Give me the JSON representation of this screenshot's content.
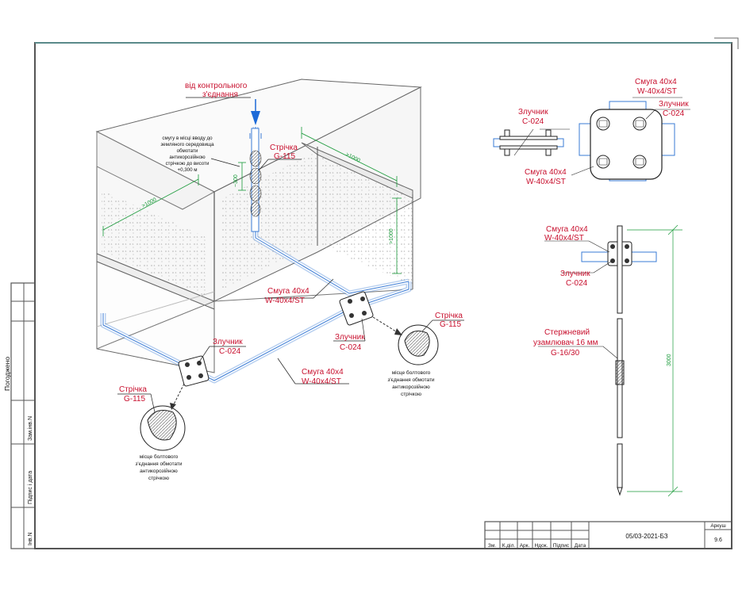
{
  "drawing": {
    "title": "відконтрольного з'єднання",
    "source_label_line1": "від контрольного",
    "source_label_line2": "з'єднання",
    "note_lines": [
      "смугу в місці вводу до",
      "земляного середовища",
      "обмотати",
      "антикорозійною",
      "стрічкою до висоти",
      "+0,300 м"
    ],
    "strip_tape_1": {
      "name": "Стрічка",
      "code": "G-115"
    },
    "strip_tape_2": {
      "name": "Стрічка",
      "code": "G-115"
    },
    "strip_tape_3": {
      "name": "Стрічка",
      "code": "G-115"
    },
    "band_1": {
      "name": "Смуга 40х4",
      "code": "W-40x4/ST"
    },
    "band_2": {
      "name": "Смуга 40х4",
      "code": "W-40x4/ST"
    },
    "connector_1": {
      "name": "Злучник",
      "code": "C-024"
    },
    "connector_2": {
      "name": "Злучник",
      "code": "C-024"
    },
    "bolt_note_1": [
      "місце болтового",
      "з'єднання обмотати",
      "антикорозійною",
      "стрічкою"
    ],
    "bolt_note_2": [
      "місце болтового",
      "з'єднання обмотати",
      "антикорозійною",
      "стрічкою"
    ],
    "dim_1000_a": ">1000",
    "dim_1000_b": ">1000",
    "dim_300": "~300",
    "dim_1000_c": ">1000",
    "detail_top": {
      "connector": {
        "name": "Злучник",
        "code": "C-024"
      },
      "band_bottom": {
        "name": "Смуга 40х4",
        "code": "W-40x4/ST"
      },
      "band_right": {
        "name": "Смуга 40х4",
        "code": "W-40x4/ST"
      },
      "connector_right": {
        "name": "Злучник",
        "code": "C-024"
      }
    },
    "detail_rod": {
      "band": {
        "name": "Смуга 40х4",
        "code": "W-40x4/ST"
      },
      "connector": {
        "name": "Злучник",
        "code": "C-024"
      },
      "rod_line1": "Стержневий",
      "rod_line2": "узамлювач  16 мм",
      "rod_code": "G-16/30",
      "dim_3000": "3000"
    }
  },
  "side_stamp": {
    "agreed": "Погоджено",
    "rows": [
      "Зам.інв.N",
      "Підпис і дата",
      "Інв.N"
    ]
  },
  "title_block": {
    "headers": [
      "Зм.",
      "К.діл.",
      "Арк.",
      "Ндок.",
      "Підпис",
      "Дата"
    ],
    "doc_code": "05/03-2021-БЗ",
    "sheet_label": "Аркуш",
    "sheet_number": "9.6"
  },
  "colors": {
    "red": "#c8102e",
    "blue": "#3a7bd5",
    "green": "#1a9a3a"
  }
}
